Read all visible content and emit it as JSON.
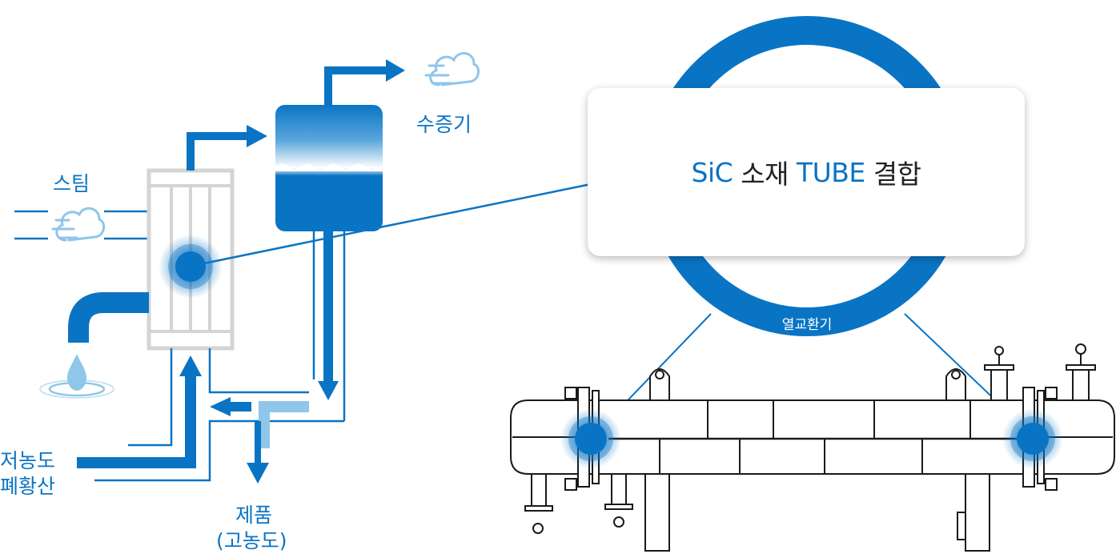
{
  "labels": {
    "steam": "스팀",
    "vapor": "수증기",
    "low_conc_1": "저농도",
    "low_conc_2": "폐황산",
    "product_1": "제품",
    "product_2": "(고농도)"
  },
  "callout": {
    "part1": "SiC",
    "part2": "소재",
    "part3": "TUBE",
    "part4": "결합"
  },
  "ring_label": "열교환기",
  "icons": [
    "steam-cloud-icon",
    "vapor-cloud-icon",
    "water-drop-icon"
  ],
  "colors": {
    "primary_blue": "#0a74c4",
    "light_blue": "#8fc6ea",
    "frame_gray": "#d4d4d4",
    "outline_dark": "#1a1a1a"
  }
}
